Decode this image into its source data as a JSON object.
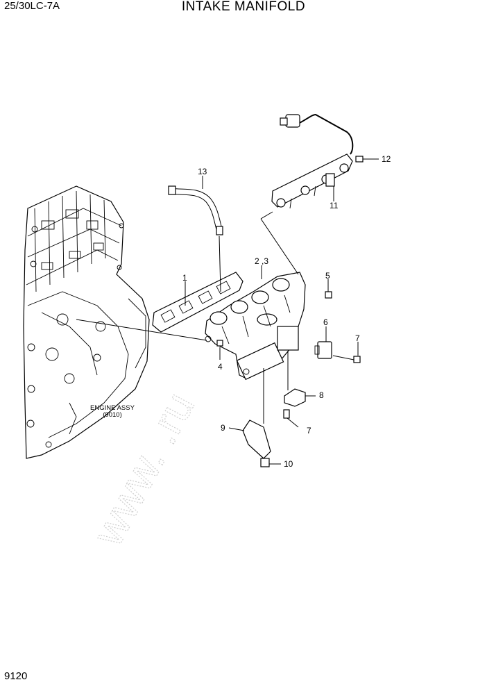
{
  "header": {
    "model": "25/30LC-7A",
    "title": "INTAKE MANIFOLD"
  },
  "footer": {
    "page_number": "9120"
  },
  "watermark": "www.   .ru",
  "engine_label": {
    "line1": "ENGINE ASSY",
    "line2": "(9010)"
  },
  "callouts": {
    "c1": "1",
    "c23": "2 ,3",
    "c4": "4",
    "c5": "5",
    "c6": "6",
    "c7a": "7",
    "c7b": "7",
    "c8": "8",
    "c9": "9",
    "c10": "10",
    "c11": "11",
    "c12": "12",
    "c13": "13"
  }
}
